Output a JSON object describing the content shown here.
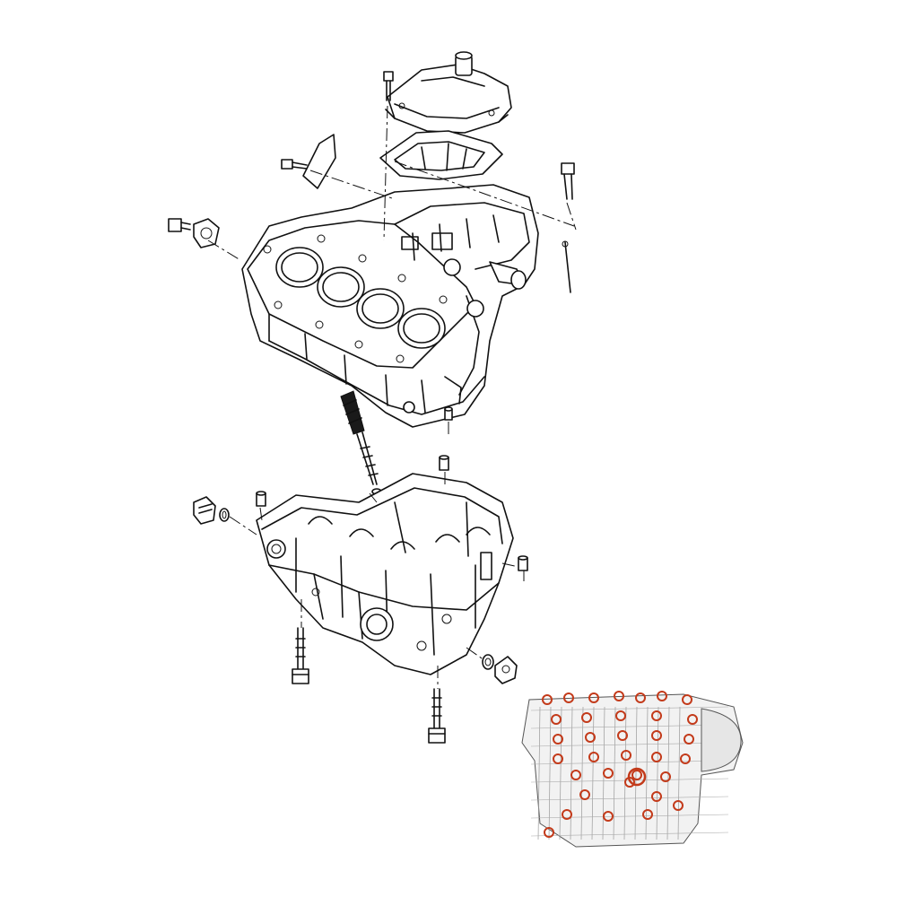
{
  "diagram": {
    "background": "#ffffff",
    "line_color": "#111111",
    "highlight_color": "#c33a1a",
    "inset_background": "#f2f2f2",
    "parts": [
      {
        "name": "oil-pump-cover",
        "icon": "cover-icon"
      },
      {
        "name": "cover-gasket",
        "icon": "gasket-icon"
      },
      {
        "name": "upper-crankcase",
        "icon": "crankcase-icon"
      },
      {
        "name": "lower-crankcase",
        "icon": "crankcase-icon"
      },
      {
        "name": "oil-jet",
        "icon": "oil-jet-icon"
      },
      {
        "name": "dowel-pins",
        "icon": "dowel-icon"
      },
      {
        "name": "drain-plugs",
        "icon": "plug-icon"
      },
      {
        "name": "crankcase-bolts",
        "icon": "bolt-icon"
      }
    ],
    "inset": {
      "icon": "engine-locator-icon",
      "highlight_marks": 34
    }
  }
}
